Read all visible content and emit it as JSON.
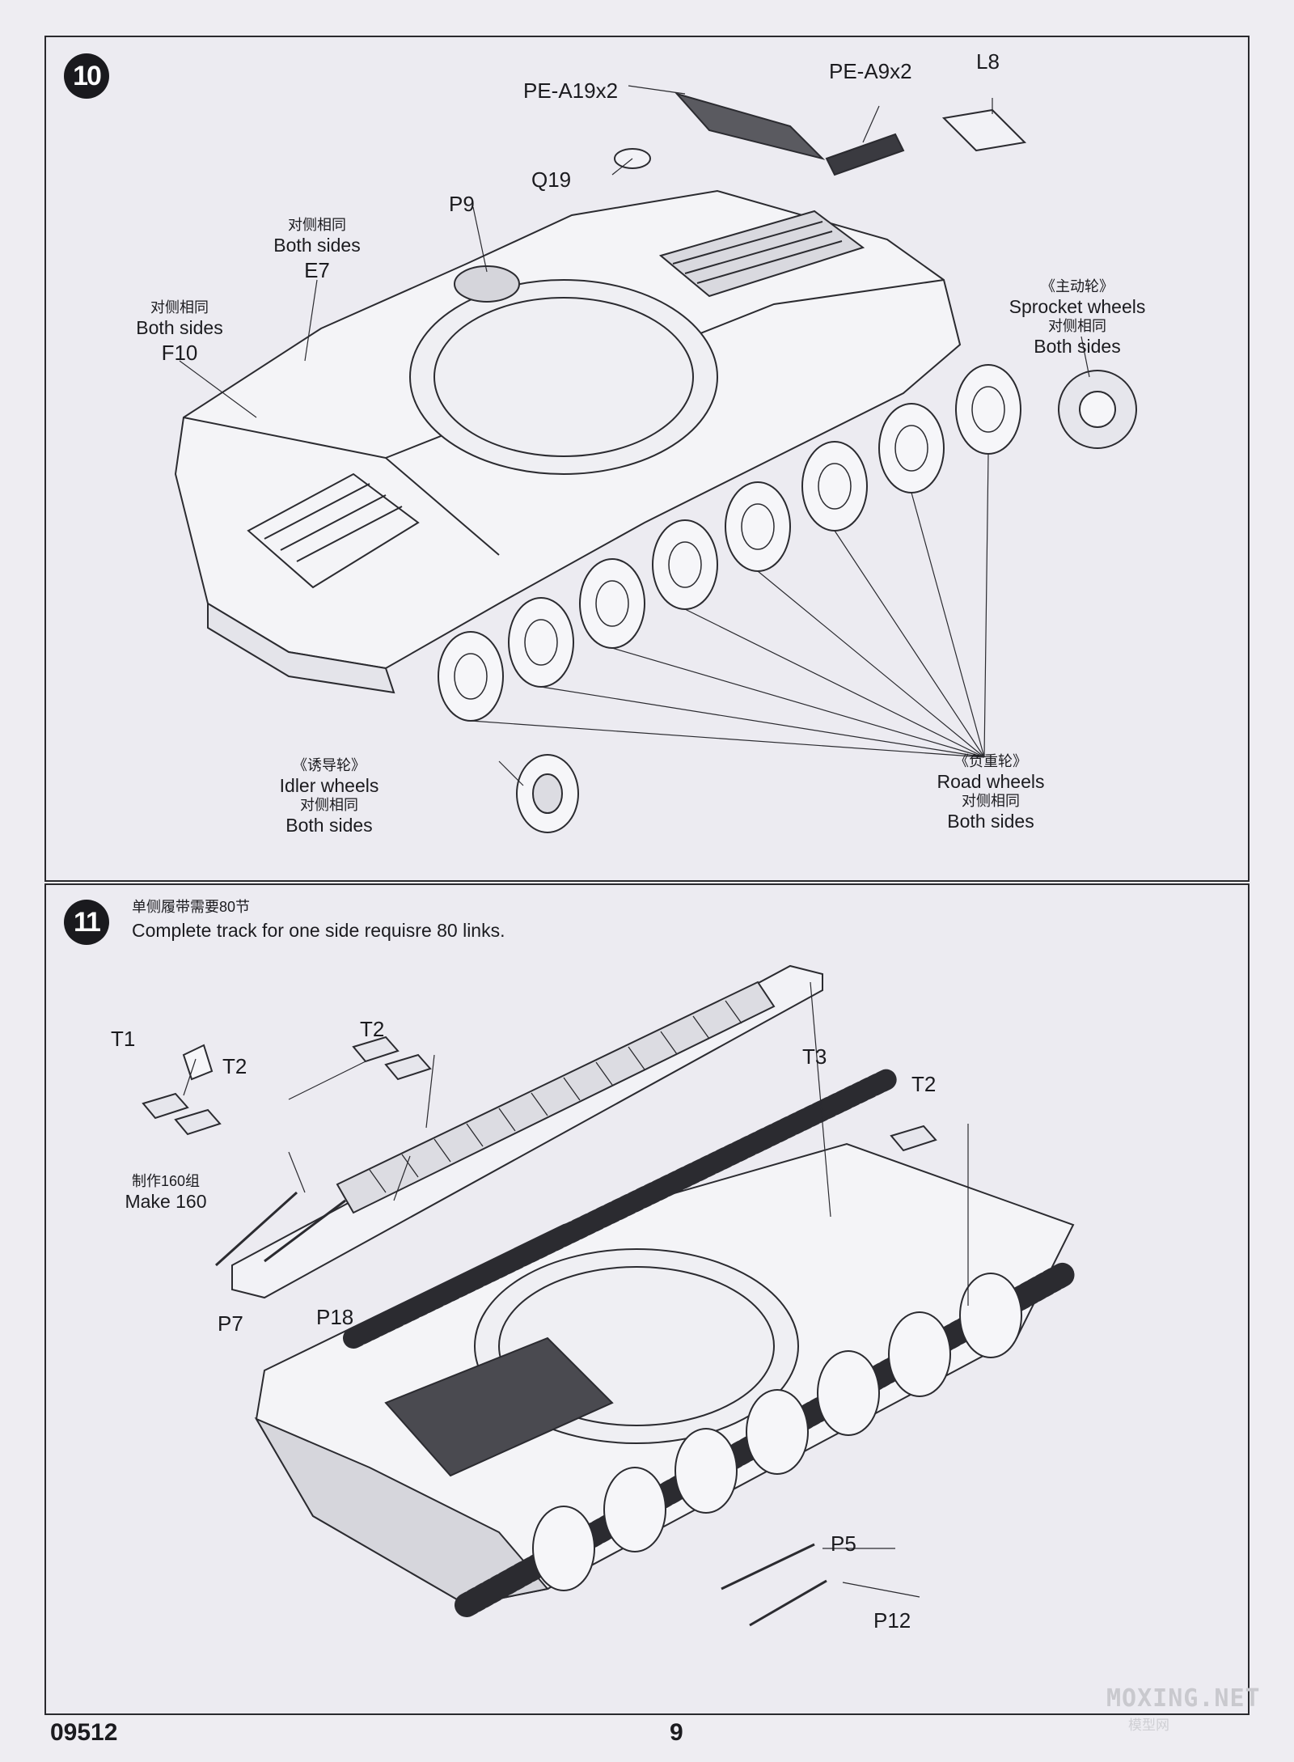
{
  "step10": {
    "number": "10",
    "labels": {
      "pe_a19": "PE-A19x2",
      "pe_a9": "PE-A9x2",
      "l8": "L8",
      "q19": "Q19",
      "p9": "P9",
      "e7_cn": "对侧相同",
      "e7_en": "Both sides",
      "e7": "E7",
      "f10_cn": "对侧相同",
      "f10_en": "Both sides",
      "f10": "F10",
      "sprocket_cn": "《主动轮》",
      "sprocket_en": "Sprocket wheels",
      "sprocket_cn2": "对侧相同",
      "sprocket_en2": "Both sides",
      "idler_cn": "《诱导轮》",
      "idler_en": "Idler wheels",
      "idler_cn2": "对侧相同",
      "idler_en2": "Both sides",
      "road_cn": "《负重轮》",
      "road_en": "Road  wheels",
      "road_cn2": "对侧相同",
      "road_en2": "Both sides"
    }
  },
  "step11": {
    "number": "11",
    "note_cn": "单侧履带需要80节",
    "note_en": "Complete track for one side requisre 80 links.",
    "labels": {
      "t1": "T1",
      "t2_a": "T2",
      "make_cn": "制作160组",
      "make_en": "Make 160",
      "t2_b": "T2",
      "t3": "T3",
      "t2_c": "T2",
      "p7": "P7",
      "p18": "P18",
      "p5": "P5",
      "p12": "P12"
    }
  },
  "footer": {
    "code": "09512",
    "page": "9"
  },
  "watermark": {
    "text": "MOXING.NET",
    "sub": "模型网"
  }
}
